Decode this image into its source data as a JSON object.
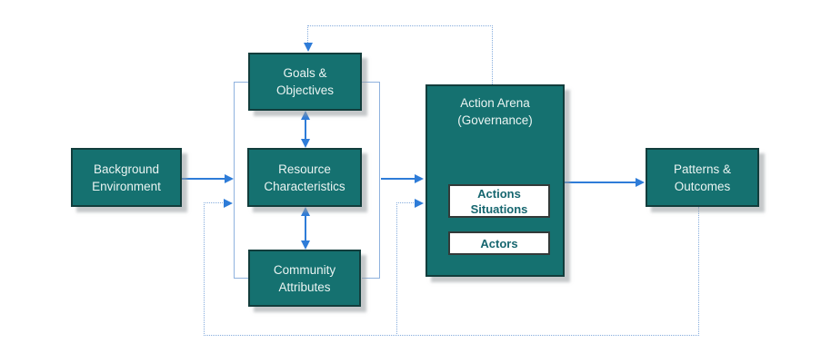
{
  "diagram": {
    "nodes": {
      "background_environment": "Background\nEnvironment",
      "goals_objectives": "Goals &\nObjectives",
      "resource_characteristics": "Resource\nCharacteristics",
      "community_attributes": "Community\nAttributes",
      "action_arena": "Action Arena\n(Governance)",
      "actions_situations": "Actions\nSituations",
      "actors": "Actors",
      "patterns_outcomes": "Patterns &\nOutcomes"
    },
    "edges": [
      {
        "from": "background_environment",
        "to": "middle-group",
        "style": "solid-arrow"
      },
      {
        "from": "middle-group",
        "to": "action_arena",
        "style": "solid-arrow"
      },
      {
        "from": "action_arena",
        "to": "patterns_outcomes",
        "style": "solid-arrow"
      },
      {
        "from": "goals_objectives",
        "to": "resource_characteristics",
        "style": "double-headed-arrow"
      },
      {
        "from": "resource_characteristics",
        "to": "community_attributes",
        "style": "double-headed-arrow"
      },
      {
        "from": "action_arena",
        "to": "goals_objectives",
        "style": "dotted-feedback-arrow"
      },
      {
        "from": "patterns_outcomes",
        "to": "middle-group",
        "style": "dotted-feedback-arrow"
      },
      {
        "from": "patterns_outcomes",
        "to": "action_arena",
        "style": "dotted-feedback-arrow"
      }
    ],
    "colors": {
      "node_fill": "#157170",
      "node_border": "#123d3c",
      "node_text": "#eaf4f2",
      "inner_border": "#333a39",
      "inner_text": "#16666f",
      "solid_arrow": "#2e7cd8",
      "bracket_line": "#8fb2de",
      "dotted_line": "#85acdd"
    }
  }
}
